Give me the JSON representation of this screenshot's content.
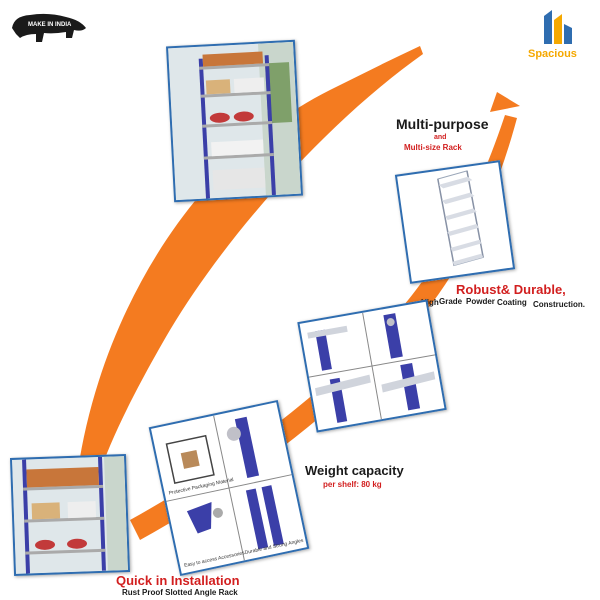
{
  "branding": {
    "make_in_india": "MAKE IN INDIA",
    "brand_name": "Spacious",
    "brand_color": "#f5a800",
    "brand_blue": "#2f6db0"
  },
  "colors": {
    "swoosh": "#f47b20",
    "accent_red": "#d21f1f",
    "rack_blue": "#3b3fa8"
  },
  "features": {
    "multi_purpose": {
      "title": "Multi-purpose",
      "conj": "and",
      "subtitle": "Multi-size Rack"
    },
    "robust": {
      "title": "Robust& Durable,",
      "desc_a": "High",
      "desc_b": "Grade",
      "desc_c": "Powder",
      "desc_d": "Coating",
      "desc_e": "Construction."
    },
    "weight": {
      "title": "Weight capacity",
      "subtitle": "per shelf: 80 kg"
    },
    "install": {
      "title": "Quick in Installation",
      "subtitle": "Rust Proof Slotted Angle Rack"
    }
  },
  "captions": {
    "packaging": "Protective Packaging Material",
    "accessories": "Easy to access Accessories",
    "durable": "Durable and Strong Angles"
  }
}
